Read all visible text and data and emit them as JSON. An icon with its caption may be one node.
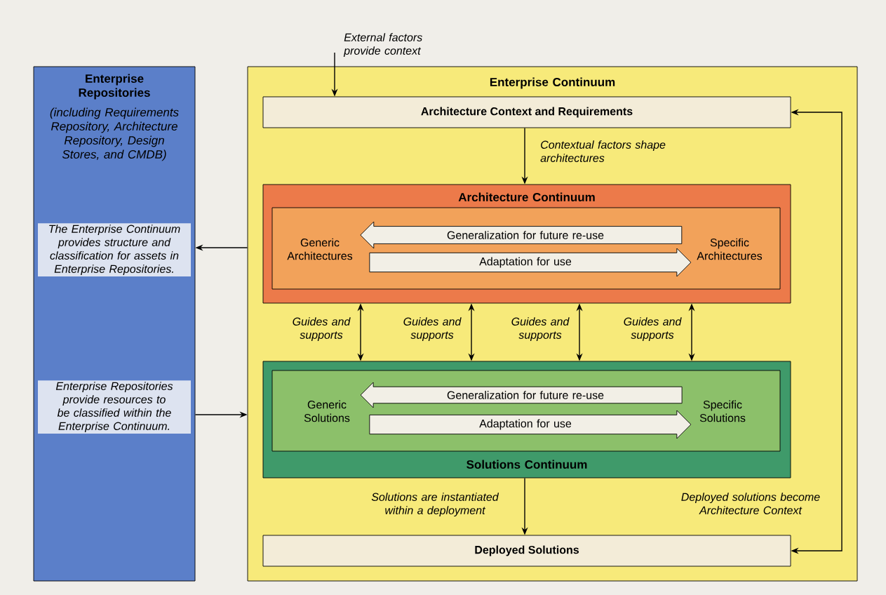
{
  "diagram": {
    "nodes": [
      {
        "text": [
          "Enterprise Repositories",
          "(including Requirements Repository, Architecture Repository, Design Stores, and CMDB)"
        ]
      },
      {
        "text": [
          "Enterprise Continuum"
        ]
      },
      {
        "text": [
          "Architecture Context and Requirements"
        ],
        "in": 1
      },
      {
        "text": [
          "Architecture Continuum"
        ],
        "in": 1
      },
      {
        "text": [],
        "shape": "box",
        "in": 3
      },
      {
        "text": [
          "Generic Architectures"
        ],
        "in": 4
      },
      {
        "text": [
          "Specific Architectures"
        ],
        "in": 4
      },
      {
        "text": [
          "Generalization for future re-use"
        ],
        "in": 4
      },
      {
        "text": [
          "Adaptation for use"
        ],
        "in": 4
      },
      {
        "text": [
          "Solutions Continuum"
        ],
        "in": 1
      },
      {
        "text": [],
        "shape": "box",
        "in": 9
      },
      {
        "text": [
          "Generic Solutions"
        ],
        "in": 10
      },
      {
        "text": [
          "Specific Solutions"
        ],
        "in": 10
      },
      {
        "text": [
          "Generalization for future re-use"
        ],
        "in": 10
      },
      {
        "text": [
          "Adaptation for use"
        ],
        "in": 10
      },
      {
        "text": [
          "Deployed Solutions"
        ],
        "in": 1
      }
    ],
    "edges": [
      {
        "from": null,
        "to": 2,
        "arrow": "to",
        "label": "External factors provide context"
      },
      {
        "from": 2,
        "to": 3,
        "arrow": "to",
        "label": "Contextual factors shape architectures"
      },
      {
        "from": 3,
        "to": 9,
        "arrow": "both",
        "label": "Guides and supports"
      },
      {
        "from": 3,
        "to": 9,
        "arrow": "both",
        "label": "Guides and supports"
      },
      {
        "from": 3,
        "to": 9,
        "arrow": "both",
        "label": "Guides and supports"
      },
      {
        "from": 3,
        "to": 9,
        "arrow": "both",
        "label": "Guides and supports"
      },
      {
        "from": 1,
        "to": 0,
        "arrow": "to",
        "label": "The Enterprise Continuum provides structure and classification for assets in Enterprise Repositories."
      },
      {
        "from": 0,
        "to": 1,
        "arrow": "to",
        "label": "Enterprise Repositories provide resources to be classified within the Enterprise Continuum."
      },
      {
        "from": 9,
        "to": 15,
        "arrow": "to",
        "label": "Solutions are instantiated within a deployment"
      },
      {
        "from": 15,
        "to": 2,
        "arrow": "both",
        "label": "Deployed solutions become Architecture Context"
      }
    ]
  }
}
